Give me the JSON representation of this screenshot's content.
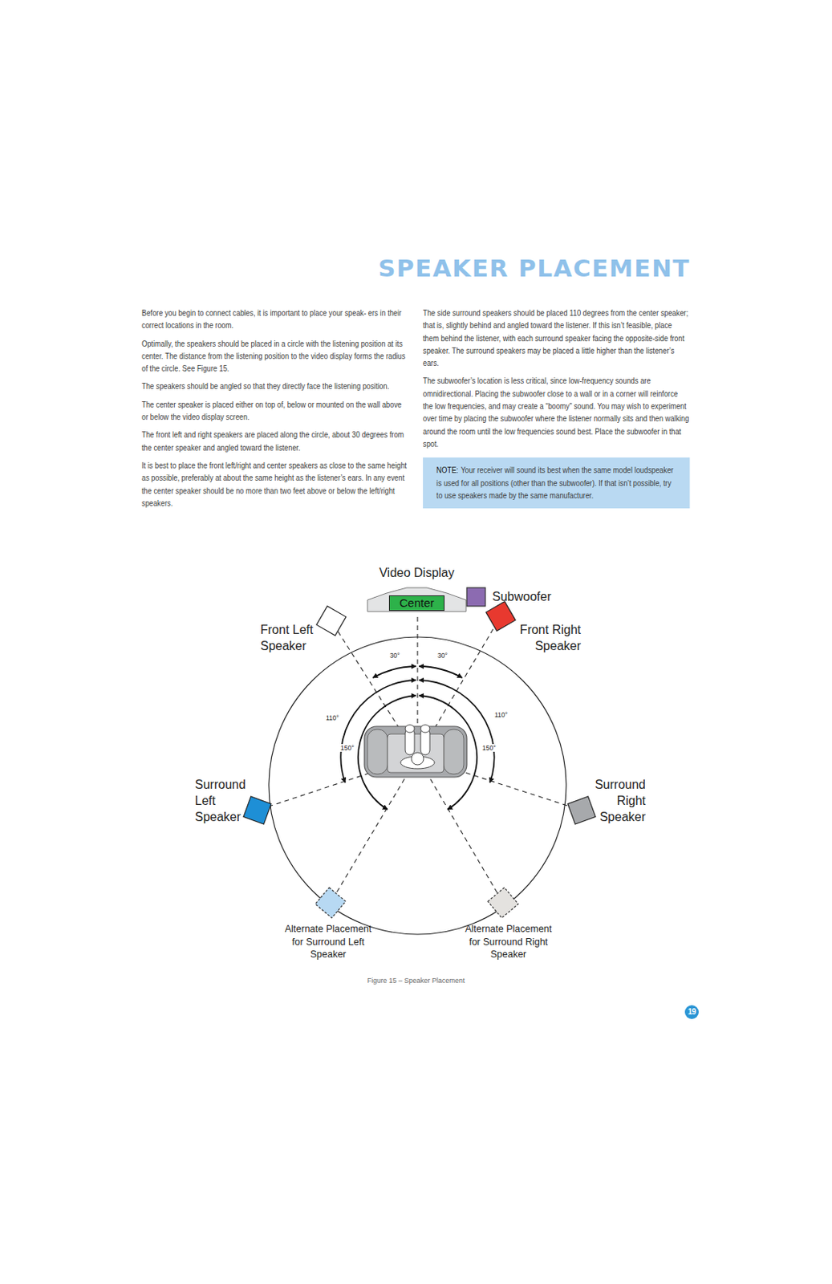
{
  "diagram": {
    "title": "SPEAKER PLACEMENT",
    "caption": "Figure 15 – Speaker Placement",
    "nodes": [
      {
        "text": [
          "NOTE:",
          "Your receiver will sound its best when the same model loudspeaker is used for all positions (other than the subwoofer). If that isn’t possible, try to use speakers made by the same manufacturer."
        ]
      },
      {
        "text": [
          "Video Display"
        ]
      },
      {
        "text": [
          "Center"
        ],
        "in": 1
      },
      {
        "text": [
          "Subwoofer"
        ]
      },
      {
        "text": [
          "Front Left Speaker"
        ]
      },
      {
        "text": [
          "Front Right Speaker"
        ]
      },
      {
        "text": [
          "Surround Left Speaker"
        ]
      },
      {
        "text": [
          "Surround Right Speaker"
        ]
      },
      {
        "text": [
          "Alternate Placement for Surround Left Speaker"
        ]
      },
      {
        "text": [
          "Alternate Placement for Surround Right Speaker"
        ]
      },
      {
        "text": [
          "19"
        ]
      }
    ],
    "labels": [
      "Before you begin to connect cables, it is important to place your speak- ers in their correct locations in the room.",
      "Optimally, the speakers should be placed in a circle with the listening position at its center. The distance from the listening position to the video display forms the radius of the circle. See Figure 15.",
      "The speakers should be angled so that they directly face the listening position.",
      "The center speaker is placed either on top of, below or mounted on the wall above or below the video display screen.",
      "The front left and right speakers are placed along the circle, about 30 degrees from the center speaker and angled toward the listener.",
      "It is best to place the front left/right and center speakers as close to the same height as possible, preferably at about the same height as the listener’s ears. In any event the center speaker should be no more than two feet above or below the left/right speakers.",
      "The side surround speakers should be placed 110 degrees from the center speaker; that is, slightly behind and angled toward the listener. If this isn’t feasible, place them behind the listener, with each surround speaker facing the opposite-side front speaker. The surround speakers may be placed a little higher than the listener’s ears.",
      "The subwoofer’s location is less critical, since low-frequency sounds are omnidirectional. Placing the subwoofer close to a wall or in a corner will reinforce the low frequencies, and may create a “boomy” sound. You may wish to experiment over time by placing the subwoofer where the listener normally sits and then walking around the room until the low frequencies sound best. Place the subwoofer in that spot.",
      "30°",
      "30°",
      "110°",
      "110°",
      "150°",
      "150°"
    ]
  }
}
